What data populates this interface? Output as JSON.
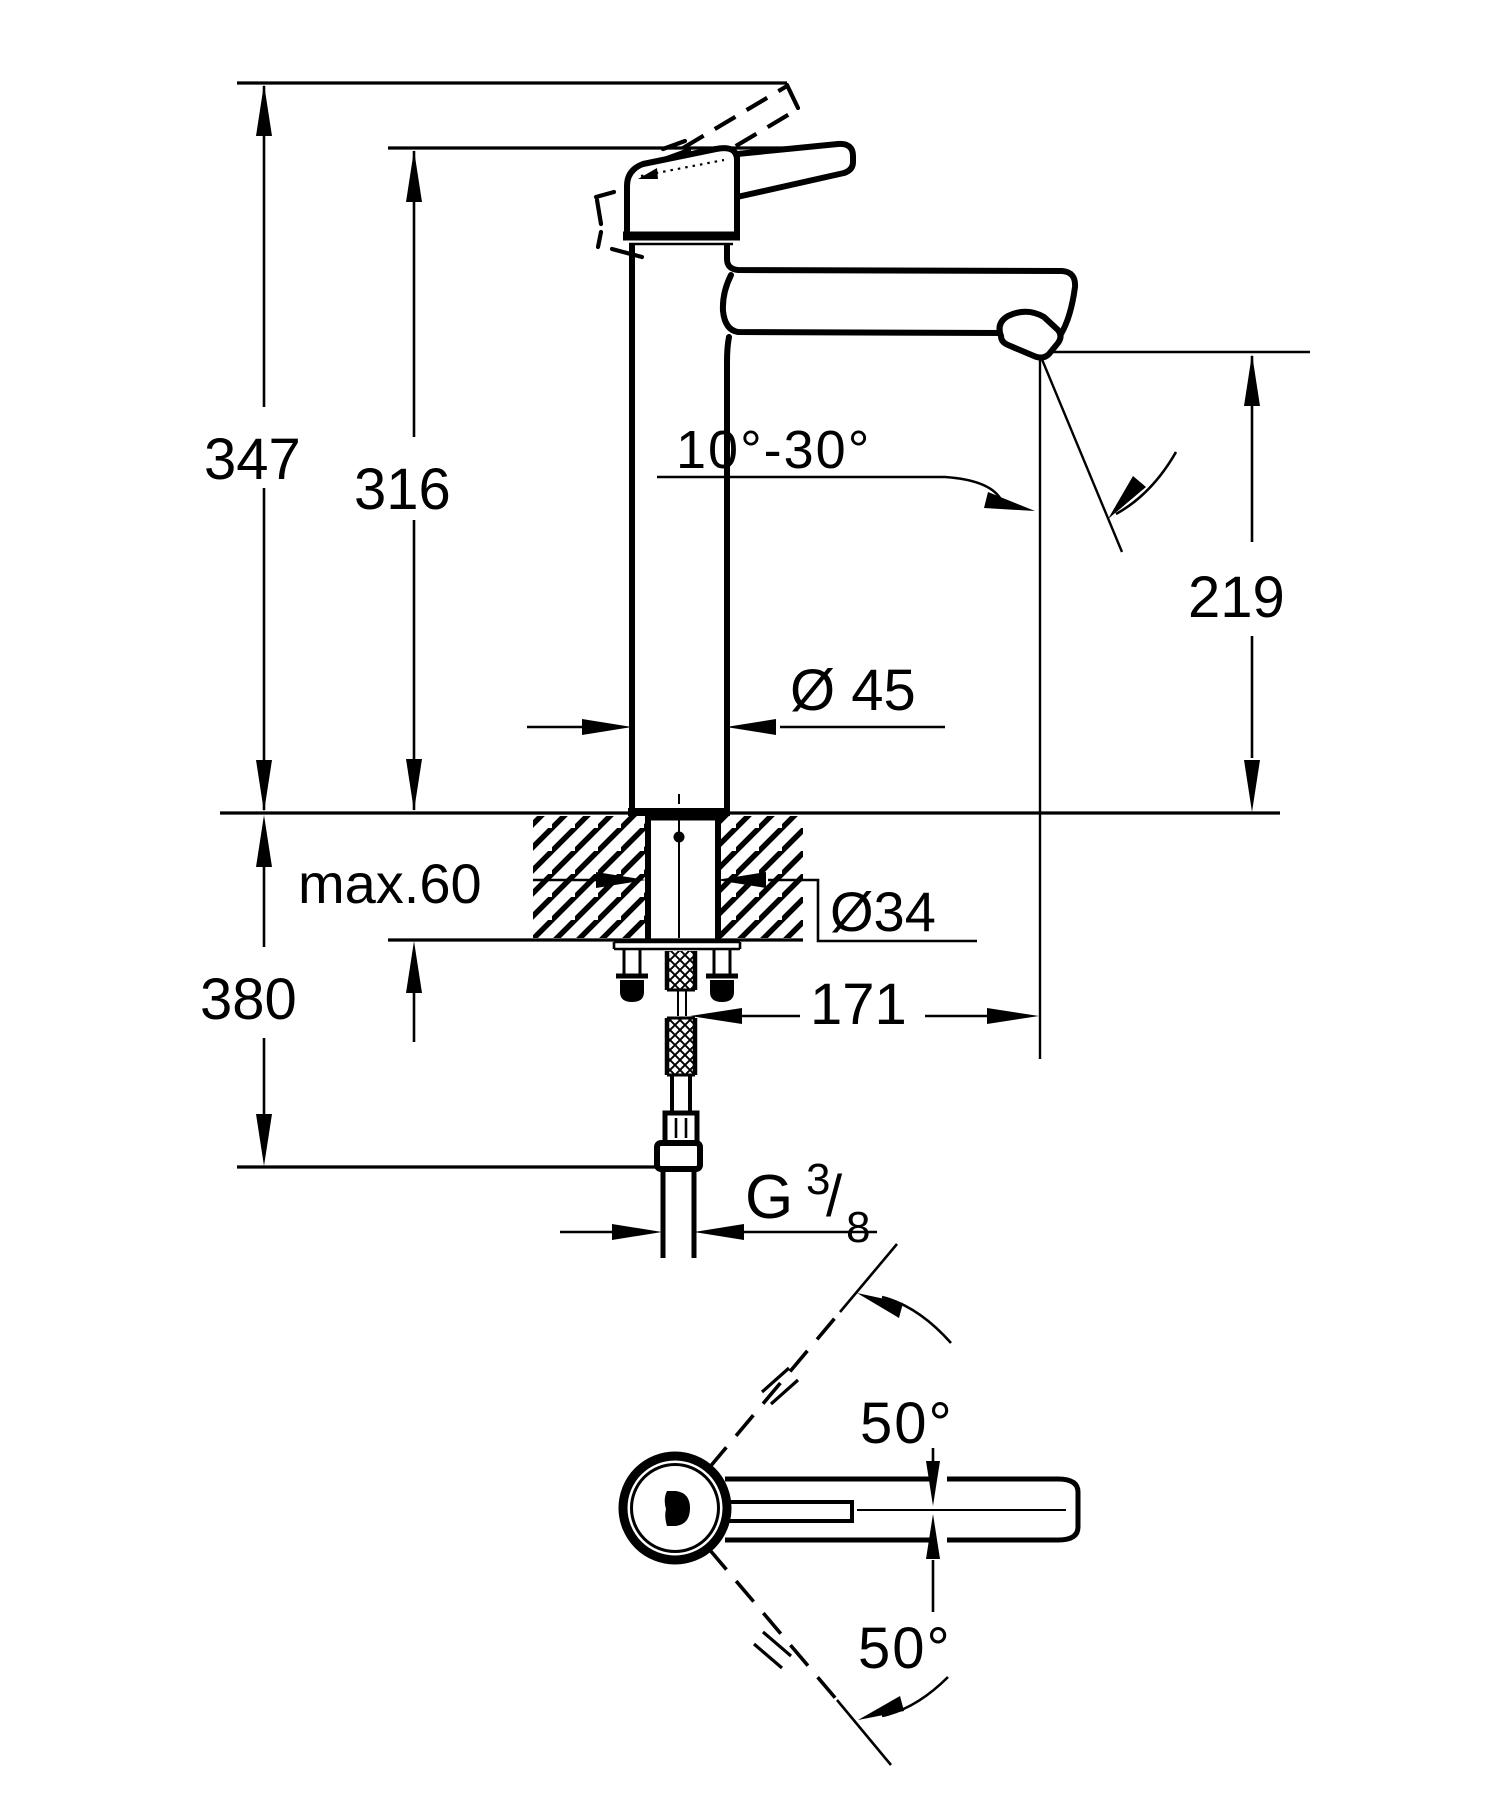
{
  "colors": {
    "ink": "#000000",
    "paper": "#ffffff"
  },
  "drawing": {
    "front_view": {
      "dim_overall_height": "347",
      "dim_height_to_lever_base": "316",
      "dim_spout_outlet_height": "219",
      "angle_spout_range": "10°-30°",
      "dim_body_diameter": "Ø 45",
      "dim_max_deck_thickness": "max.60",
      "dim_hole_diameter": "Ø34",
      "dim_height_below_deck": "380",
      "dim_spout_reach": "171",
      "thread_letter": "G",
      "thread_numerator": "3",
      "thread_slash": "/",
      "thread_denominator": "8"
    },
    "top_view": {
      "angle_swivel_up": "50°",
      "angle_swivel_down": "50°"
    }
  }
}
